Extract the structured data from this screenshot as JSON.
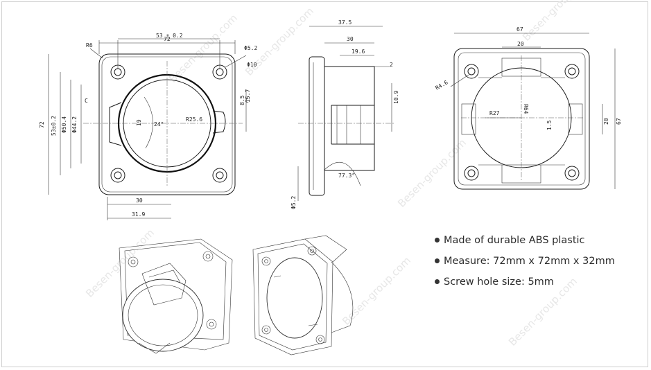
{
  "drawing_a": {
    "width": "72",
    "inner_width": "53 ± 0.2",
    "height": "72",
    "inner_height": "53±0.2",
    "dia_outer": "Φ50.4",
    "dia_inner": "Φ44.2",
    "radius_corner": "R6",
    "hole_small": "Φ5.2",
    "hole_large": "Φ10",
    "radius_main": "R25.6",
    "angle": "24°",
    "latch_height": "19",
    "section_mark": "C",
    "dim_8_5": "8.5",
    "dim_15_7": "15.7",
    "bottom_30": "30",
    "bottom_31_9": "31.9"
  },
  "drawing_b": {
    "depth": "37.5",
    "body": "30",
    "boss": "19.6",
    "lip": "2",
    "h10_9": "10.9",
    "angle": "77.3°",
    "hole": "Φ5.2"
  },
  "drawing_c": {
    "width": "67",
    "slot": "20",
    "corner": "R4.6",
    "radius": "R27",
    "dim_r64": "R64",
    "height": "67",
    "side_slot": "20",
    "rib": "1.5"
  },
  "features": [
    "Made of durable ABS plastic",
    "Measure: 72mm x 72mm x 32mm",
    "Screw hole size: 5mm"
  ],
  "watermark": "Besen-group.com"
}
